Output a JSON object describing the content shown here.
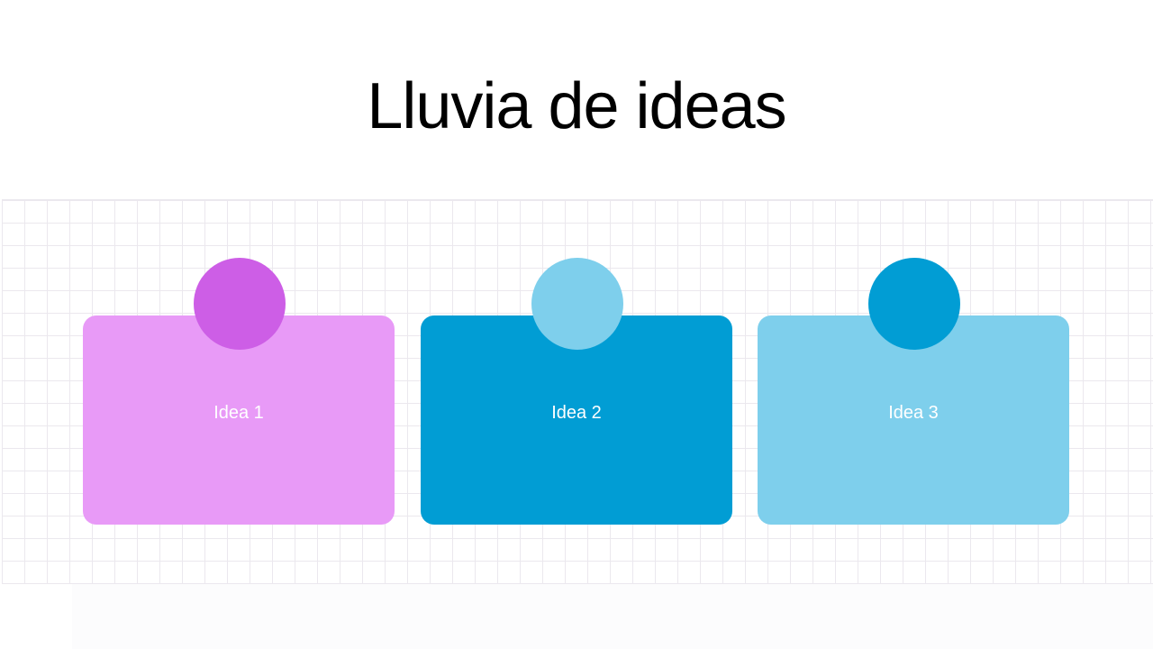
{
  "slide": {
    "title": "Lluvia de ideas"
  },
  "cards": [
    {
      "label": "Idea 1",
      "card_color": "#e89af7",
      "circle_color": "#cd5ee6"
    },
    {
      "label": "Idea 2",
      "card_color": "#019dd4",
      "circle_color": "#7ecfec"
    },
    {
      "label": "Idea 3",
      "card_color": "#7ecfec",
      "circle_color": "#019dd4"
    }
  ]
}
